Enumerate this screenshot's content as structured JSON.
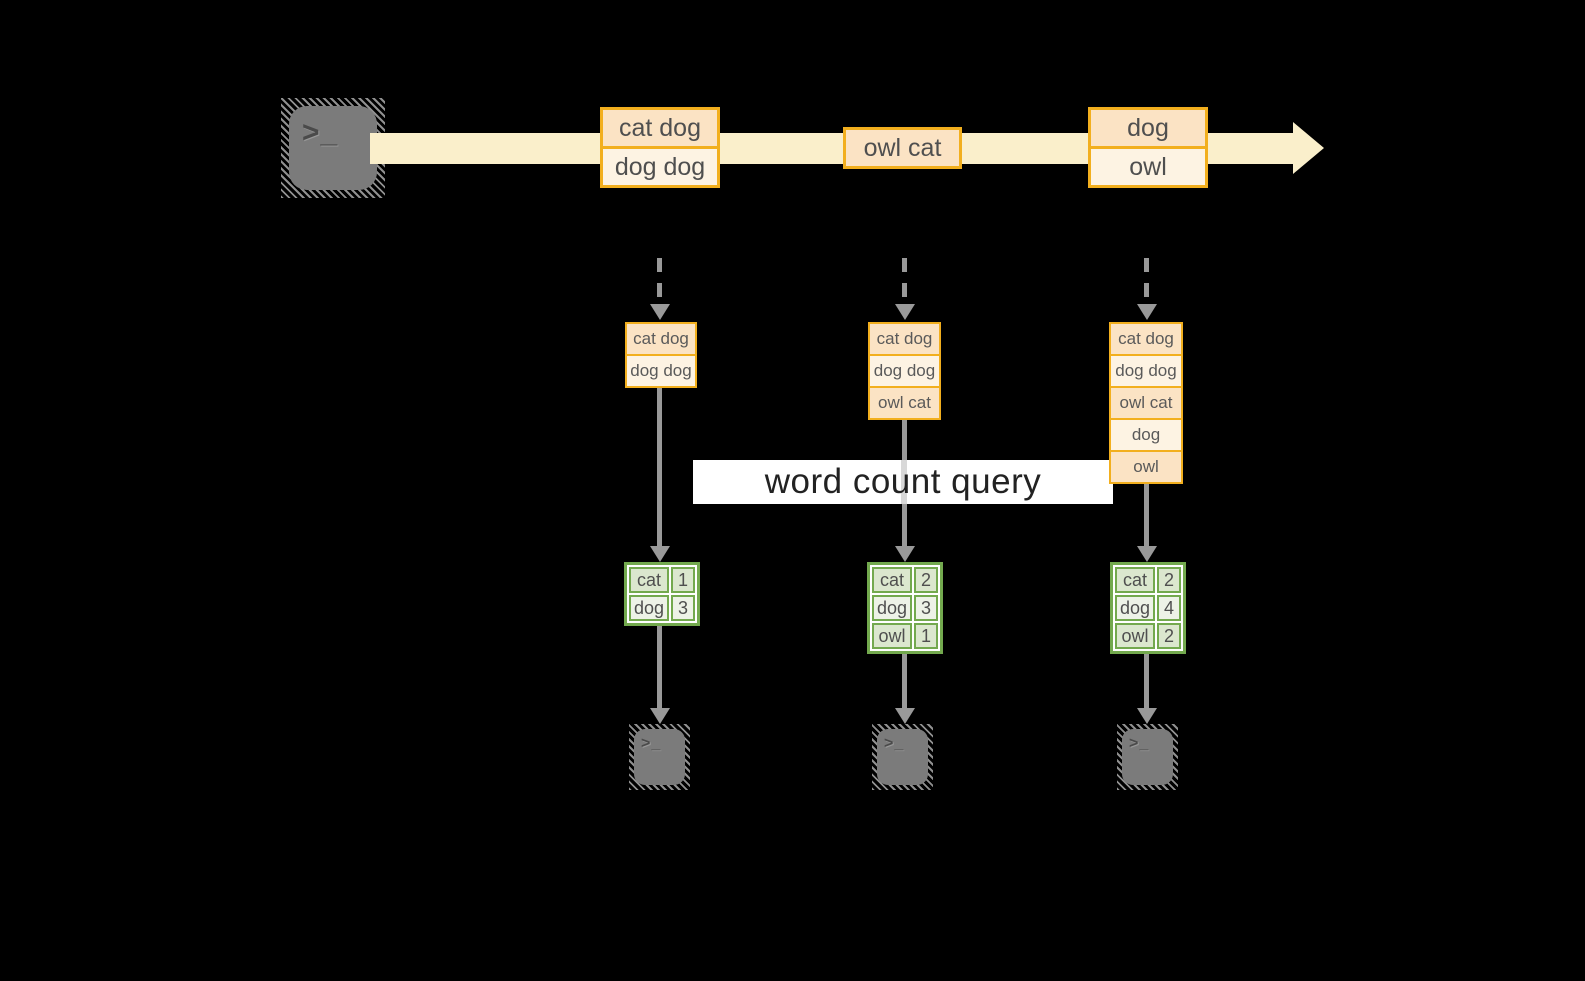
{
  "query_banner": {
    "label": "word count query"
  },
  "glyphs": {
    "terminal_prompt": ">",
    "terminal_cursor": "_"
  },
  "stream": {
    "events": [
      {
        "rows": [
          "cat dog",
          "dog dog"
        ]
      },
      {
        "rows": [
          "owl cat"
        ]
      },
      {
        "rows": [
          "dog",
          "owl"
        ]
      }
    ]
  },
  "snapshots": [
    {
      "buffer": [
        "cat dog",
        "dog dog"
      ],
      "counts": [
        {
          "word": "cat",
          "count": "1"
        },
        {
          "word": "dog",
          "count": "3"
        }
      ]
    },
    {
      "buffer": [
        "cat dog",
        "dog dog",
        "owl cat"
      ],
      "counts": [
        {
          "word": "cat",
          "count": "2"
        },
        {
          "word": "dog",
          "count": "3"
        },
        {
          "word": "owl",
          "count": "1"
        }
      ]
    },
    {
      "buffer": [
        "cat dog",
        "dog dog",
        "owl cat",
        "dog",
        "owl"
      ],
      "counts": [
        {
          "word": "cat",
          "count": "2"
        },
        {
          "word": "dog",
          "count": "4"
        },
        {
          "word": "owl",
          "count": "2"
        }
      ]
    }
  ],
  "colors": {
    "background": "#000000",
    "stream_band": "#FAEFCB",
    "box_fill_a": "#FBE3C4",
    "box_fill_b": "#FDF3E3",
    "box_border": "#F2AF1E",
    "table_border": "#73A94E",
    "table_fill_a": "#DBE7CE",
    "table_fill_b": "#EDF2E7",
    "arrow_gray": "#999999",
    "terminal_gray": "#7B7B7B",
    "terminal_hatch": "#8F8F8F",
    "banner_bg": "#FFFFFF"
  }
}
